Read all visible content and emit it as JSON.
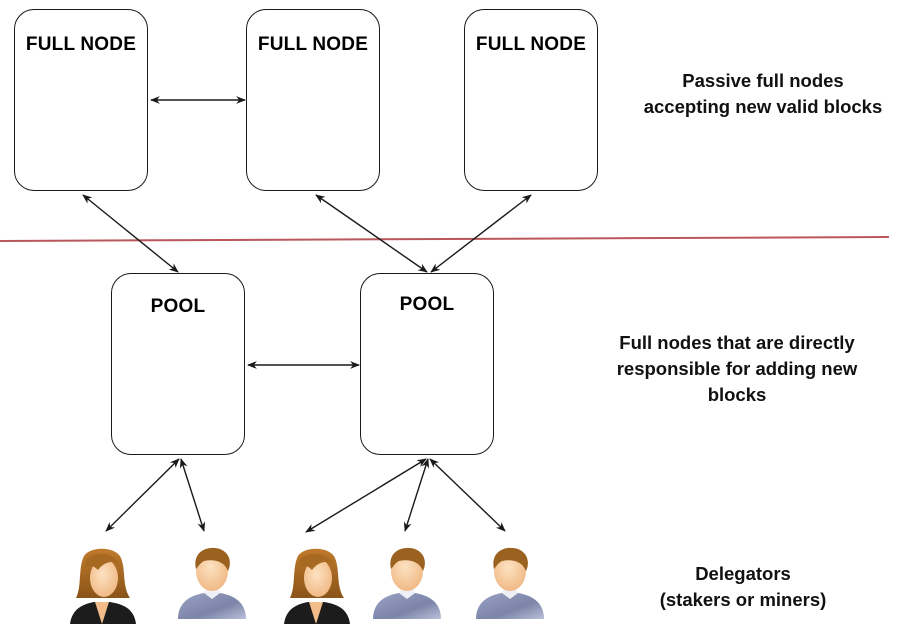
{
  "diagram": {
    "full_nodes": [
      {
        "label": "FULL NODE"
      },
      {
        "label": "FULL NODE"
      },
      {
        "label": "FULL NODE"
      }
    ],
    "pools": [
      {
        "label": "POOL"
      },
      {
        "label": "POOL"
      }
    ],
    "delegators": [
      {
        "type": "woman-avatar",
        "pool": 0
      },
      {
        "type": "man-avatar",
        "pool": 0
      },
      {
        "type": "woman-avatar",
        "pool": 1
      },
      {
        "type": "man-avatar",
        "pool": 1
      },
      {
        "type": "man-avatar",
        "pool": 1
      }
    ],
    "captions": {
      "full_nodes": [
        "Passive full nodes",
        "accepting new valid blocks"
      ],
      "pools": [
        "Full nodes that are directly",
        "responsible for adding new",
        "blocks"
      ],
      "delegators": [
        "Delegators",
        "(stakers or miners)"
      ]
    },
    "connections": [
      {
        "from": "full_node_1",
        "to": "full_node_2",
        "bidirectional": true
      },
      {
        "from": "full_node_1",
        "to": "pool_1",
        "bidirectional": true
      },
      {
        "from": "full_node_2",
        "to": "pool_2",
        "bidirectional": true
      },
      {
        "from": "full_node_3",
        "to": "pool_2",
        "bidirectional": true
      },
      {
        "from": "pool_1",
        "to": "pool_2",
        "bidirectional": true
      },
      {
        "from": "pool_1",
        "to": "delegator_1",
        "bidirectional": true
      },
      {
        "from": "pool_1",
        "to": "delegator_2",
        "bidirectional": true
      },
      {
        "from": "pool_2",
        "to": "delegator_3",
        "bidirectional": true
      },
      {
        "from": "pool_2",
        "to": "delegator_4",
        "bidirectional": true
      },
      {
        "from": "pool_2",
        "to": "delegator_5",
        "bidirectional": true
      }
    ],
    "colors": {
      "separator": "#b9575a",
      "stroke": "#1a1a1a",
      "hair": "#a8661f",
      "skin": "#f6c99a",
      "woman_jacket": "#1c1c1c",
      "man_shirt": "#8b93b3"
    }
  }
}
